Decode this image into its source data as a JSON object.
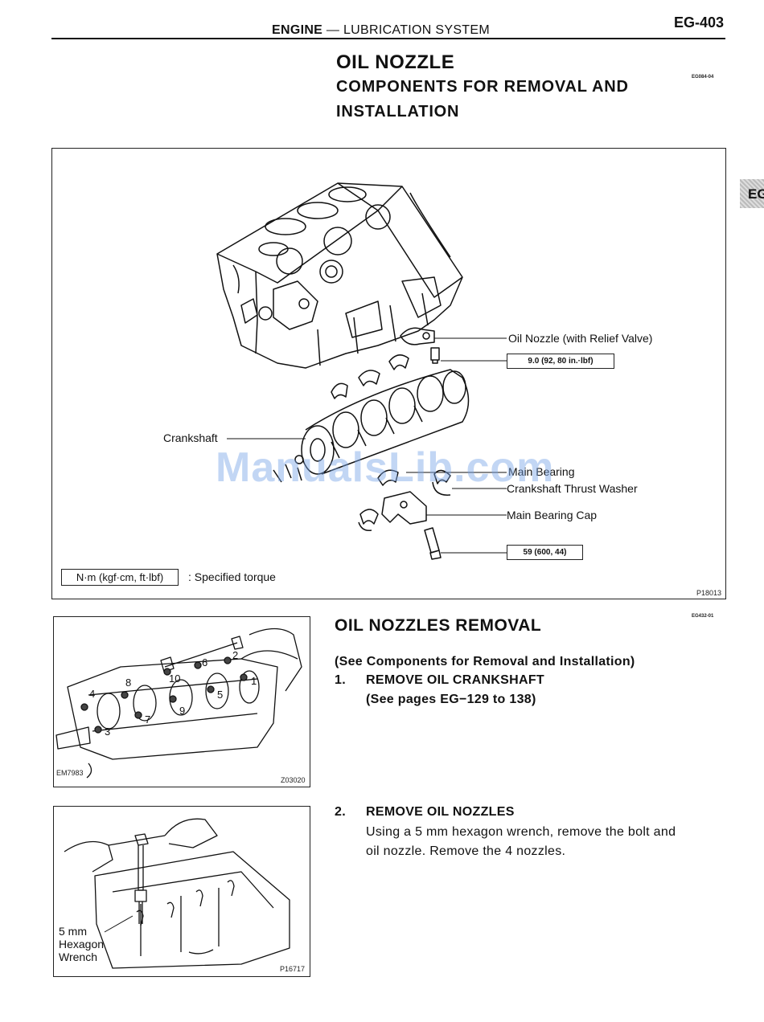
{
  "header": {
    "section_bold": "ENGINE",
    "section_rest": " — LUBRICATION SYSTEM",
    "page_number": "EG-403"
  },
  "side_tab": {
    "label": "EG"
  },
  "components": {
    "title": "OIL NOZZLE",
    "subtitle_line1": "COMPONENTS FOR REMOVAL AND",
    "subtitle_line2": "INSTALLATION",
    "code": "EG084-04",
    "labels": {
      "oil_nozzle": "Oil Nozzle (with Relief Valve)",
      "crankshaft": "Crankshaft",
      "main_bearing": "Main Bearing",
      "thrust_washer": "Crankshaft Thrust Washer",
      "main_bearing_cap": "Main Bearing Cap"
    },
    "torque_nozzle": "9.0 (92, 80 in.·lbf)",
    "torque_cap": "59 (600, 44)",
    "legend_box": "N·m (kgf·cm, ft·lbf)",
    "legend_text": ":  Specified torque",
    "figure_code": "P18013"
  },
  "removal": {
    "title": "OIL NOZZLES REMOVAL",
    "code": "EG432-01",
    "see_components": "(See Components for Removal and Installation)",
    "step1_num": "1.",
    "step1_title": "REMOVE OIL CRANKSHAFT",
    "step1_ref": "(See pages EG−129 to 138)",
    "step2_num": "2.",
    "step2_title": "REMOVE OIL NOZZLES",
    "step2_line1": "Using a 5 mm hexagon wrench, remove the bolt and",
    "step2_line2": "oil nozzle. Remove the 4 nozzles."
  },
  "figure1": {
    "code_left": "EM7983",
    "code_right": "Z03020",
    "bolt_numbers": [
      "1",
      "2",
      "3",
      "4",
      "5",
      "6",
      "7",
      "8",
      "9",
      "10"
    ]
  },
  "figure2": {
    "label_line1": "5 mm",
    "label_line2": "Hexagon",
    "label_line3": "Wrench",
    "code": "P16717"
  },
  "watermark": "ManualsLib.com"
}
